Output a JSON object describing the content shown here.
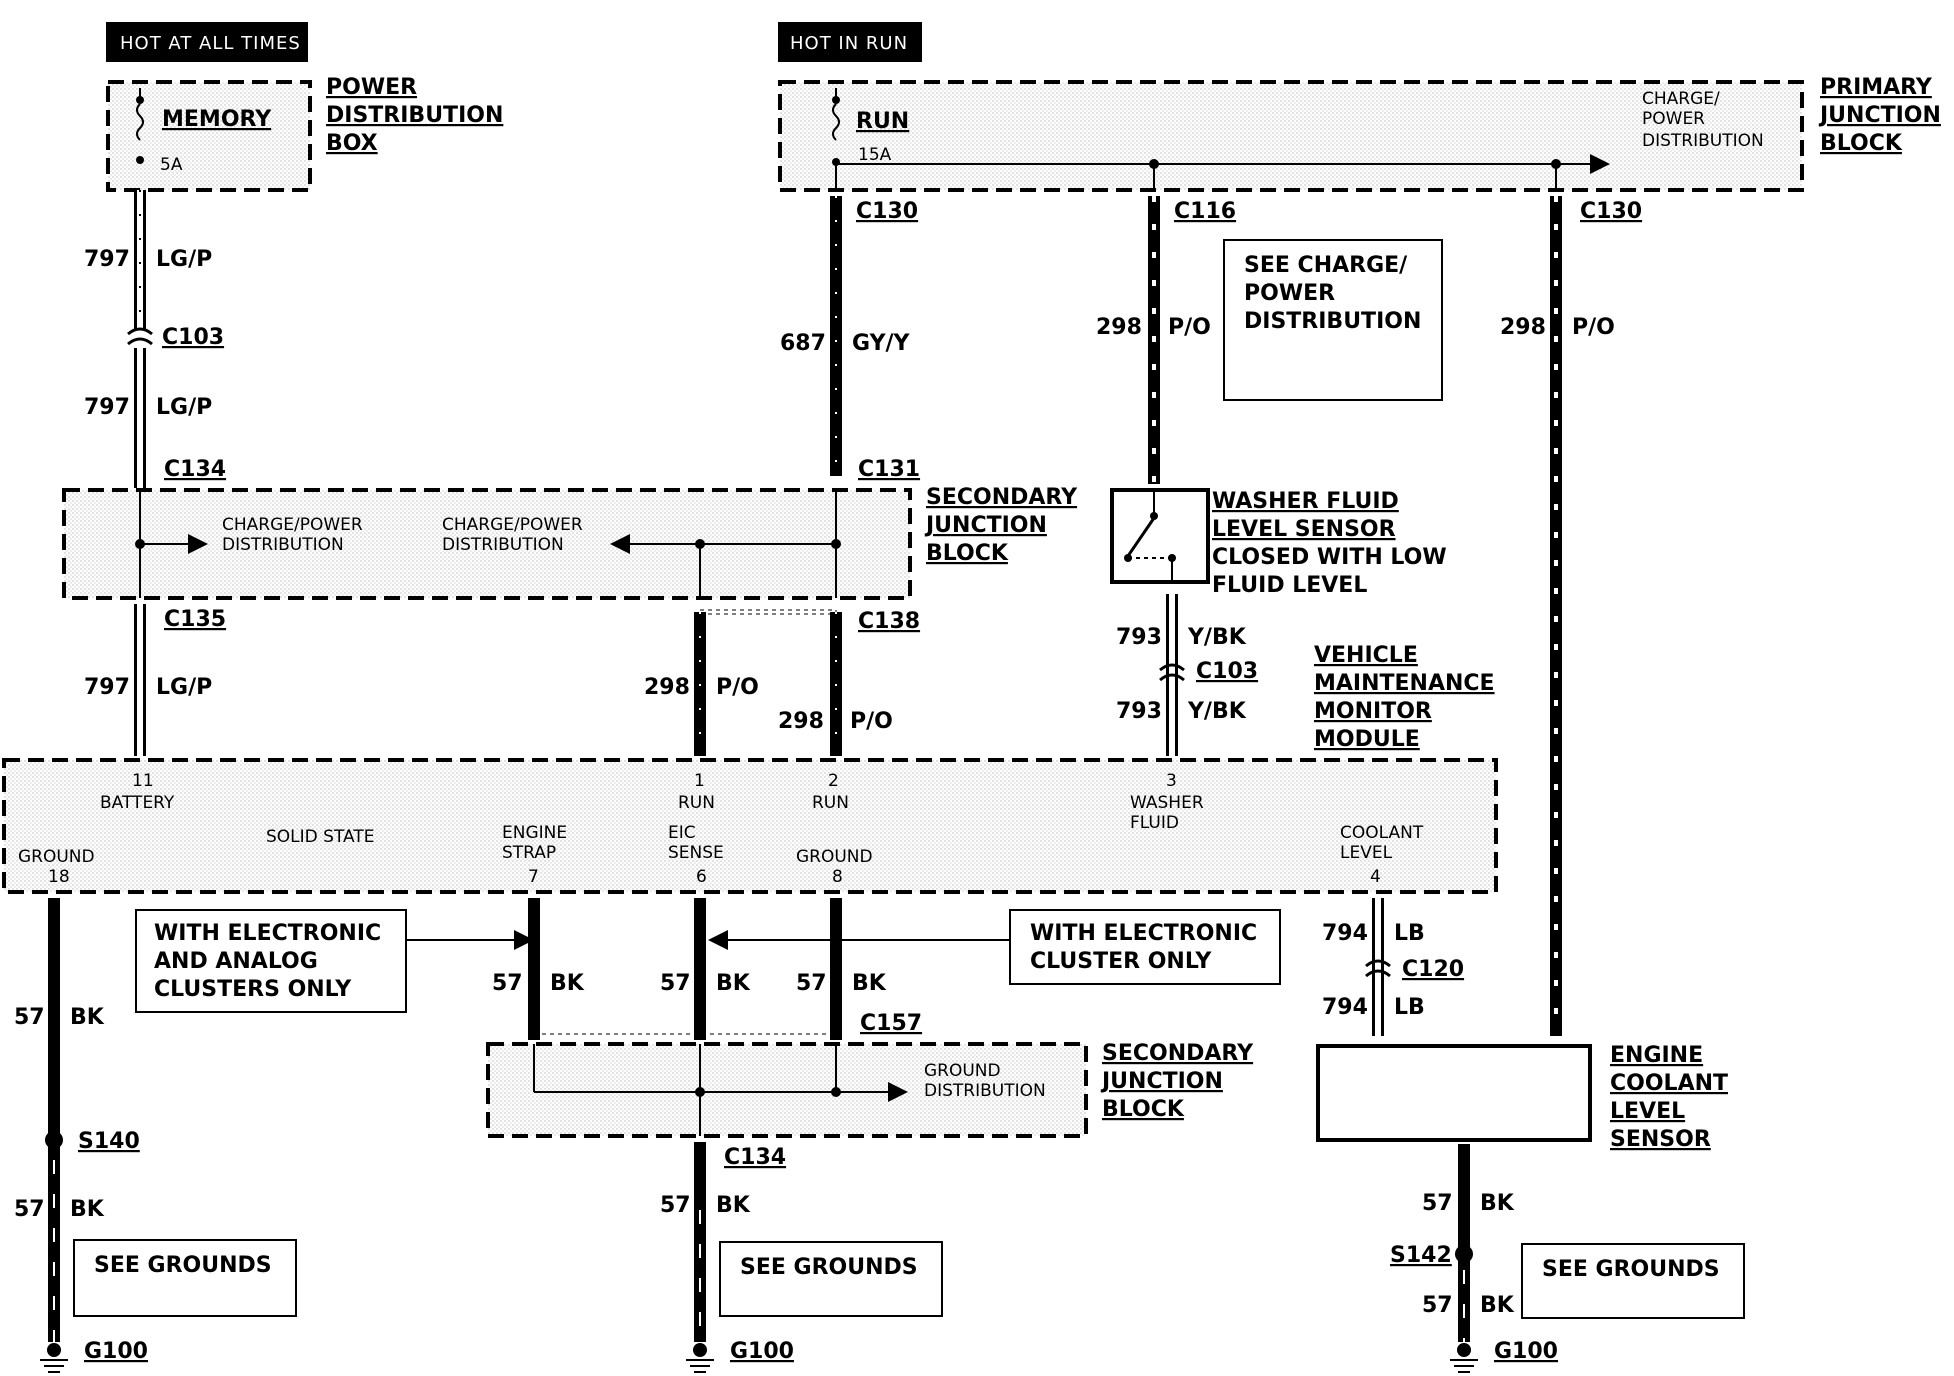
{
  "tags": {
    "hot_at_all_times": "HOT AT ALL TIMES",
    "hot_in_run": "HOT IN RUN"
  },
  "blocks": {
    "power_distribution_box": [
      "POWER",
      "DISTRIBUTION",
      "BOX"
    ],
    "primary_junction_block": [
      "PRIMARY",
      "JUNCTION",
      "BLOCK"
    ],
    "secondary_junction_block_top": [
      "SECONDARY",
      "JUNCTION",
      "BLOCK"
    ],
    "secondary_junction_block_bottom": [
      "SECONDARY",
      "JUNCTION",
      "BLOCK"
    ],
    "vehicle_maintenance_monitor_module": [
      "VEHICLE",
      "MAINTENANCE",
      "MONITOR",
      "MODULE"
    ],
    "washer_fluid_level_sensor": [
      "WASHER FLUID",
      "LEVEL SENSOR"
    ],
    "washer_fluid_note": [
      "CLOSED WITH LOW",
      "FLUID LEVEL"
    ],
    "engine_coolant_level_sensor": [
      "ENGINE",
      "COOLANT",
      "LEVEL",
      "SENSOR"
    ]
  },
  "fuses": {
    "memory": {
      "name": "MEMORY",
      "rating": "5A"
    },
    "run": {
      "name": "RUN",
      "rating": "15A"
    }
  },
  "internal": {
    "charge_power_distribution_pjb": [
      "CHARGE/",
      "POWER",
      "DISTRIBUTION"
    ],
    "charge_power_sjb_left": [
      "CHARGE/POWER",
      "DISTRIBUTION"
    ],
    "charge_power_sjb_right": [
      "CHARGE/POWER",
      "DISTRIBUTION"
    ],
    "ground_distribution": [
      "GROUND",
      "DISTRIBUTION"
    ],
    "solid_state": "SOLID STATE"
  },
  "notes": {
    "see_charge_power": [
      "SEE CHARGE/",
      "POWER",
      "DISTRIBUTION"
    ],
    "with_electronic_and_analog": [
      "WITH ELECTRONIC",
      "AND ANALOG",
      "CLUSTERS ONLY"
    ],
    "with_electronic_cluster": [
      "WITH ELECTRONIC",
      "CLUSTER ONLY"
    ],
    "see_grounds": "SEE GROUNDS"
  },
  "connectors": {
    "c103_top": "C103",
    "c134_top": "C134",
    "c135": "C135",
    "c130_left": "C130",
    "c131": "C131",
    "c138": "C138",
    "c116": "C116",
    "c130_right": "C130",
    "c103_washer": "C103",
    "c120": "C120",
    "c157": "C157",
    "c134_bottom": "C134",
    "s140": "S140",
    "s142": "S142",
    "g100_left": "G100",
    "g100_mid": "G100",
    "g100_right": "G100"
  },
  "wires": {
    "w797_a": {
      "circuit": "797",
      "color": "LG/P"
    },
    "w797_b": {
      "circuit": "797",
      "color": "LG/P"
    },
    "w797_c": {
      "circuit": "797",
      "color": "LG/P"
    },
    "w687": {
      "circuit": "687",
      "color": "GY/Y"
    },
    "w298_c116": {
      "circuit": "298",
      "color": "P/O"
    },
    "w298_c130": {
      "circuit": "298",
      "color": "P/O"
    },
    "w298_eic": {
      "circuit": "298",
      "color": "P/O"
    },
    "w298_run": {
      "circuit": "298",
      "color": "P/O"
    },
    "w793_a": {
      "circuit": "793",
      "color": "Y/BK"
    },
    "w793_b": {
      "circuit": "793",
      "color": "Y/BK"
    },
    "w794_a": {
      "circuit": "794",
      "color": "LB"
    },
    "w794_b": {
      "circuit": "794",
      "color": "LB"
    },
    "w57_gnd_left_a": {
      "circuit": "57",
      "color": "BK"
    },
    "w57_gnd_left_b": {
      "circuit": "57",
      "color": "BK"
    },
    "w57_strap": {
      "circuit": "57",
      "color": "BK"
    },
    "w57_sense": {
      "circuit": "57",
      "color": "BK"
    },
    "w57_ground8": {
      "circuit": "57",
      "color": "BK"
    },
    "w57_mid_bottom": {
      "circuit": "57",
      "color": "BK"
    },
    "w57_right_a": {
      "circuit": "57",
      "color": "BK"
    },
    "w57_right_b": {
      "circuit": "57",
      "color": "BK"
    }
  },
  "pins": {
    "p11": {
      "num": "11",
      "name": "BATTERY"
    },
    "p18": {
      "num": "18",
      "name": "GROUND"
    },
    "p7": {
      "num": "7",
      "name": [
        "ENGINE",
        "STRAP"
      ]
    },
    "p1": {
      "num": "1",
      "name": "RUN"
    },
    "p6": {
      "num": "6",
      "name": [
        "EIC",
        "SENSE"
      ]
    },
    "p2": {
      "num": "2",
      "name": "RUN"
    },
    "p8": {
      "num": "8",
      "name": "GROUND"
    },
    "p3": {
      "num": "3",
      "name": [
        "WASHER",
        "FLUID"
      ]
    },
    "p4": {
      "num": "4",
      "name": [
        "COOLANT",
        "LEVEL"
      ]
    }
  }
}
